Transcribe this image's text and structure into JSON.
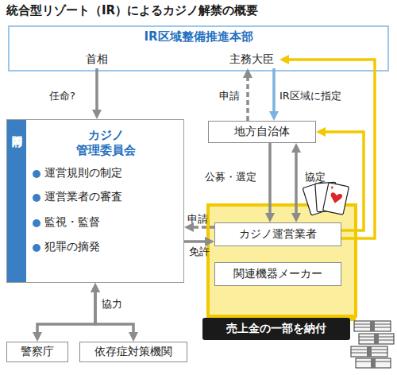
{
  "diagram": {
    "title": "統合型リゾート（IR）によるカジノ解禁の概要",
    "nodes": [
      {
        "text": [
          "IR区域整備推進本部"
        ]
      },
      {
        "text": [
          "首相"
        ],
        "in": 0
      },
      {
        "text": [
          "主務大臣"
        ],
        "in": 0
      },
      {
        "text": [
          "内閣府",
          "カジノ 管理委員会",
          "運営規則の制定",
          "運営業者の審査",
          "監視・監督",
          "犯罪の摘発"
        ]
      },
      {
        "text": [
          "地方自治体"
        ]
      },
      {
        "text": [
          "カジノ運営業者"
        ]
      },
      {
        "text": [
          "関連機器メーカー"
        ]
      },
      {
        "text": [
          "売上金の一部を納付"
        ]
      },
      {
        "text": [
          "警察庁"
        ]
      },
      {
        "text": [
          "依存症対策機関"
        ]
      }
    ],
    "edges": [
      {
        "from": 1,
        "to": 3,
        "label": "任命?",
        "arrow": "to"
      },
      {
        "from": 4,
        "to": 2,
        "label": "申請",
        "arrow": "to"
      },
      {
        "from": 2,
        "to": 4,
        "label": "IR区域に指定",
        "arrow": "to"
      },
      {
        "from": 4,
        "to": 5,
        "label": "公募・選定",
        "arrow": "to"
      },
      {
        "from": 4,
        "to": 5,
        "label": "協定",
        "arrow": "both"
      },
      {
        "from": 5,
        "to": 3,
        "label": "申請",
        "arrow": "to"
      },
      {
        "from": 3,
        "to": 5,
        "label": "免許",
        "arrow": "to"
      },
      {
        "from": 5,
        "to": 2,
        "arrow": "to"
      },
      {
        "from": 5,
        "to": 4,
        "arrow": "to"
      },
      {
        "from": 3,
        "to": 8,
        "label": "協力",
        "arrow": "both"
      },
      {
        "from": 3,
        "to": 9,
        "arrow": "both"
      }
    ]
  }
}
